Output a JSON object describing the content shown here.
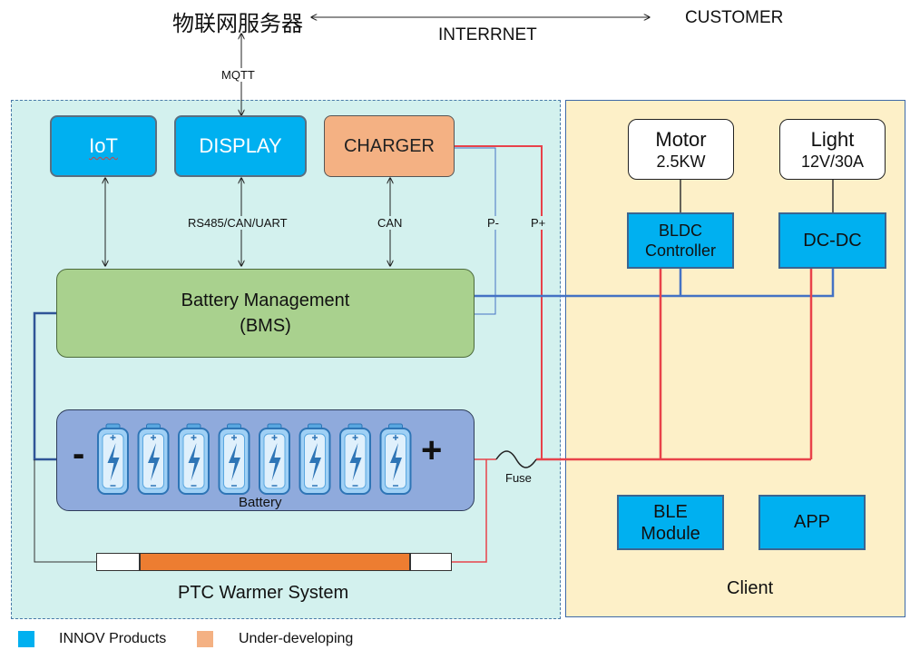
{
  "header": {
    "server": "物联网服务器",
    "internet": "INTERRNET",
    "customer": "CUSTOMER",
    "mqtt": "MQTT"
  },
  "left_panel": {
    "iot": "IoT",
    "display": "DISPLAY",
    "charger": "CHARGER",
    "link_display": "RS485/CAN/UART",
    "link_charger": "CAN",
    "p_minus": "P-",
    "p_plus": "P+",
    "bms_line1": "Battery Management",
    "bms_line2": "(BMS)",
    "battery_minus": "-",
    "battery_plus": "+",
    "battery": "Battery",
    "fuse": "Fuse",
    "title": "PTC Warmer System"
  },
  "right_panel": {
    "motor_title": "Motor",
    "motor_spec": "2.5KW",
    "light_title": "Light",
    "light_spec": "12V/30A",
    "bldc_line1": "BLDC",
    "bldc_line2": "Controller",
    "dcdc": "DC-DC",
    "ble_line1": "BLE",
    "ble_line2": "Module",
    "app": "APP",
    "title": "Client"
  },
  "legend": {
    "innov": "INNOV Products",
    "developing": "Under-developing"
  },
  "colors": {
    "innov": "#00b0f0",
    "developing": "#f4b183",
    "bms": "#a9d18e",
    "battery_pack": "#8faadc",
    "ptc_heater": "#ed7d31",
    "positive_wire": "#e8424a",
    "negative_wire": "#4472c4"
  }
}
